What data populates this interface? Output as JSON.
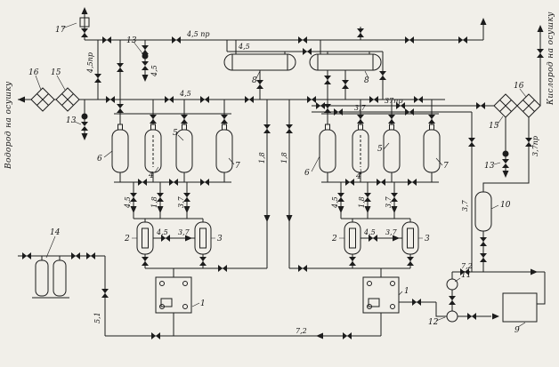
{
  "diagram": {
    "side_labels": {
      "hydrogen": "Водород на осушку",
      "oxygen": "Кислород на осушку"
    },
    "pipe_labels": {
      "p45pr_spaced": "4,5 пр",
      "p45pr": "4,5пр",
      "p45": "4,5",
      "p37": "3,7",
      "p37pr_short": "37пр",
      "p37pr": "3,7пр",
      "p18": "1,8",
      "p72": "7,2",
      "p51": "5,1"
    },
    "component_numbers": {
      "n1": "1",
      "n2": "2",
      "n3": "3",
      "n4": "4",
      "n5": "5",
      "n6": "6",
      "n7": "7",
      "n8": "8",
      "n9": "9",
      "n10": "10",
      "n11": "11",
      "n12": "12",
      "n13": "13",
      "n14": "14",
      "n15": "15",
      "n16": "16",
      "n17": "17"
    }
  }
}
